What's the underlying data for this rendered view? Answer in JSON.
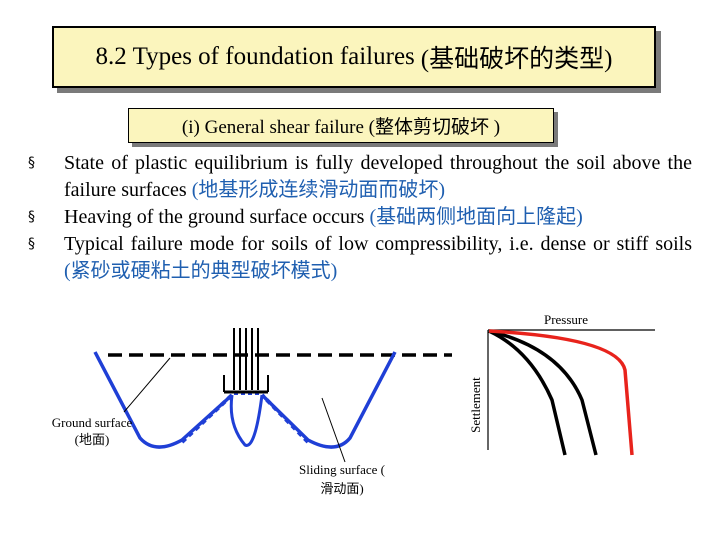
{
  "title": {
    "text": "8.2 Types of foundation failures ",
    "cn": "(基础破坏的类型)"
  },
  "subtitle": {
    "text": "(i) General shear failure (整体剪切破坏 )"
  },
  "bullets": [
    {
      "en": "State of plastic equilibrium is fully developed throughout the soil above the failure surfaces ",
      "cn": "(地基形成连续滑动面而破坏)"
    },
    {
      "en": "Heaving of the ground surface occurs ",
      "cn": "(基础两侧地面向上隆起)"
    },
    {
      "en": "Typical failure mode for soils of low compressibility, i.e. dense or stiff soils ",
      "cn": "(紧砂或硬粘土的典型破坏模式)"
    }
  ],
  "figure": {
    "ground_label_line1": "Ground surface",
    "ground_label_line2": "(地面)",
    "sliding_label_line1": "Sliding surface (",
    "sliding_label_line2": "滑动面)"
  },
  "chart": {
    "x_label": "Pressure",
    "y_label": "Settlement"
  },
  "colors": {
    "title_bg": "#fbf5bd",
    "chinese_text": "#1f5fb0",
    "slip_surface": "#1f3fd6",
    "curve_red": "#e8231c"
  }
}
